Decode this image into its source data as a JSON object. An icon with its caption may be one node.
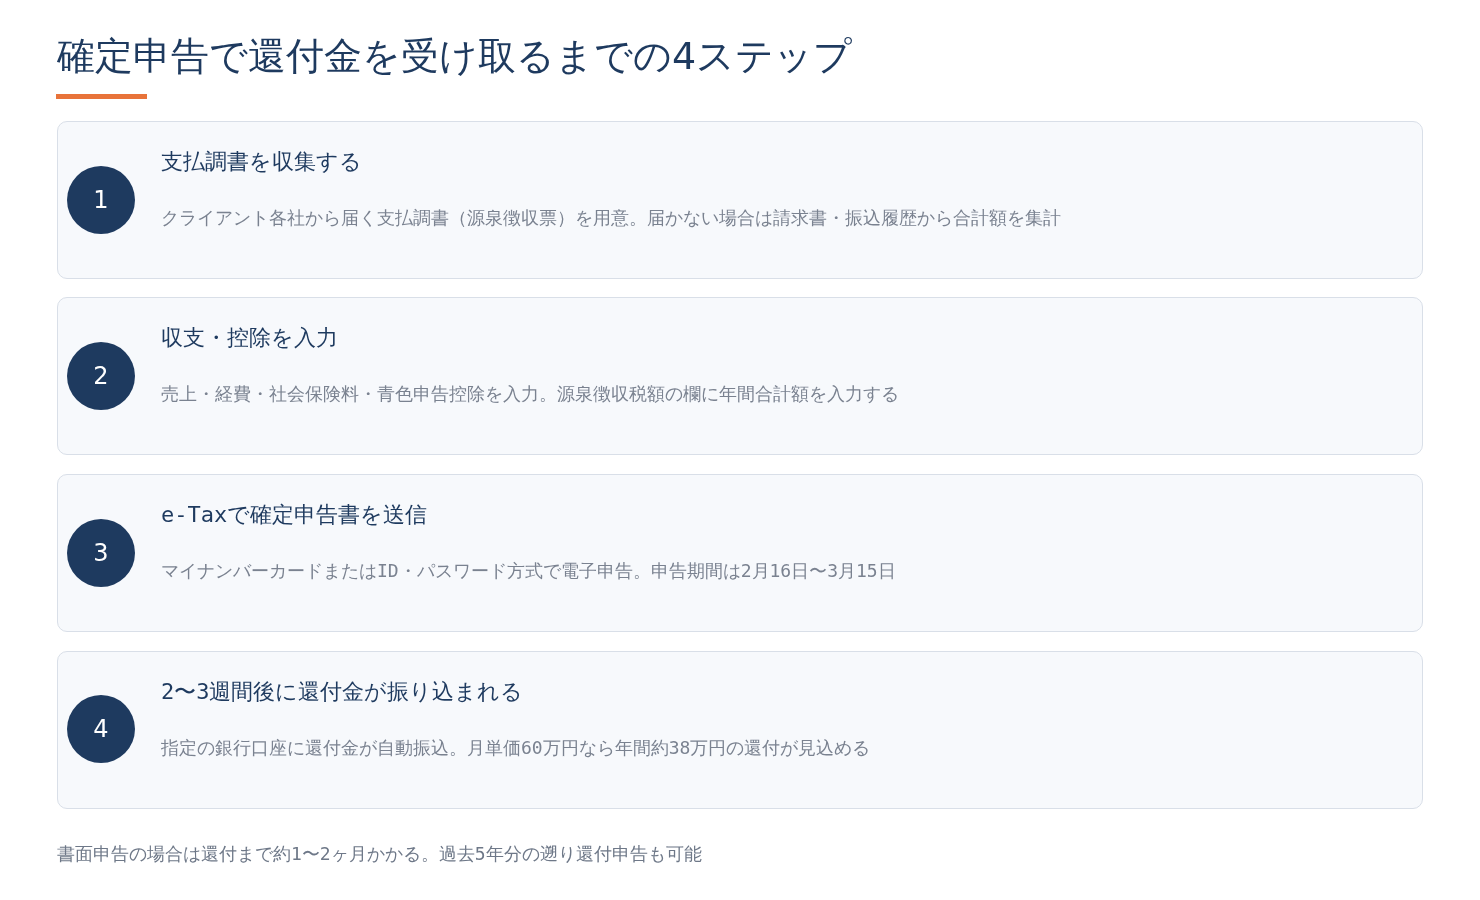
{
  "diagram": {
    "title": "確定申告で還付金を受け取るまでの4ステップ",
    "nodes": [
      {
        "text": [
          "支払調書を収集する",
          "クライアント各社から届く支払調書（源泉徴収票）を用意。届かない場合は請求書・振込履歴から合計額を集計"
        ]
      },
      {
        "text": [
          "1"
        ],
        "in": 0
      },
      {
        "text": [
          "収支・控除を入力",
          "売上・経費・社会保険料・青色申告控除を入力。源泉徴収税額の欄に年間合計額を入力する"
        ]
      },
      {
        "text": [
          "2"
        ],
        "in": 2
      },
      {
        "text": [
          "e-Taxで確定申告書を送信",
          "マイナンバーカードまたはID・パスワード方式で電子申告。申告期間は2月16日〜3月15日"
        ]
      },
      {
        "text": [
          "3"
        ],
        "in": 4
      },
      {
        "text": [
          "2〜3週間後に還付金が振り込まれる",
          "指定の銀行口座に還付金が自動振込。月単価60万円なら年間約38万円の還付が見込める"
        ]
      },
      {
        "text": [
          "4"
        ],
        "in": 6
      }
    ],
    "edges": [],
    "caption": "書面申告の場合は還付まで約1〜2ヶ月かかる。過去5年分の遡り還付申告も可能"
  }
}
